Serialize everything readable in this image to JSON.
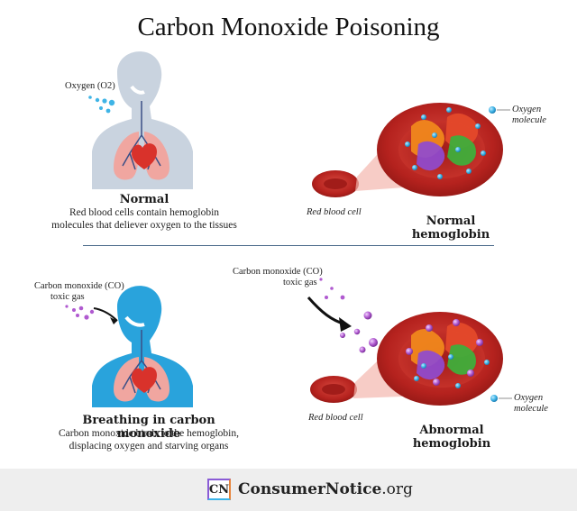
{
  "title": "Carbon Monoxide Poisoning",
  "normal": {
    "oxygen_label": "Oxygen (O2)",
    "caption_title": "Normal",
    "caption_body_1": "Red blood cells contain hemoglobin",
    "caption_body_2": "molecules that deliever oxygen to the tissues",
    "rbc_label": "Red blood cell",
    "hemoglobin_title": "Normal hemoglobin",
    "molecule_label_1": "Oxygen",
    "molecule_label_2": "molecule"
  },
  "abnormal": {
    "co_label_1": "Carbon monoxide (CO)",
    "co_label_2": "toxic gas",
    "co_label_b1": "Carbon monoxide (CO)",
    "co_label_b2": "toxic gas",
    "caption_title": "Breathing in carbon monoxide",
    "caption_body_1": "Carbon monoxide binds to the hemoglobin,",
    "caption_body_2": "displacing oxygen and starving organs",
    "rbc_label": "Red blood cell",
    "hemoglobin_title": "Abnormal hemoglobin",
    "molecule_label_1": "Oxygen",
    "molecule_label_2": "molecule"
  },
  "footer": {
    "logo_text": "CN",
    "brand_name": "ConsumerNotice",
    "brand_tld": ".org"
  },
  "colors": {
    "body_normal": "#c9d3df",
    "body_co": "#29a3dc",
    "lungs": "#f0a6a0",
    "heart": "#d9322b",
    "rbc": "#b5221e",
    "rbc_light": "#d8493f",
    "oxygen": "#3fb4e6",
    "co": "#b05ad0",
    "divider": "#4a6a8a"
  },
  "icons": [
    "human-torso-icon",
    "lungs-icon",
    "heart-icon",
    "red-blood-cell-icon",
    "hemoglobin-icon",
    "oxygen-molecule-icon",
    "co-molecule-icon",
    "arrow-icon"
  ]
}
